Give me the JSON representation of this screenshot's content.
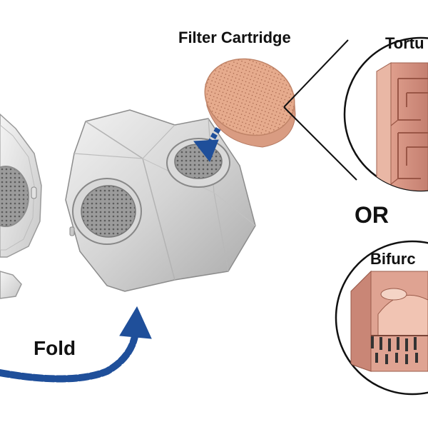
{
  "labels": {
    "filter_cartridge": "Filter Cartridge",
    "tortuous": "Tortu",
    "or": "OR",
    "bifurcated": "Bifurc",
    "fold": "Fold"
  },
  "colors": {
    "arrow_blue": "#1f4f9a",
    "mask_silver": "#d3d3d3",
    "cartridge_copper": "#e3a98a",
    "structure_copper": "#d39283"
  }
}
